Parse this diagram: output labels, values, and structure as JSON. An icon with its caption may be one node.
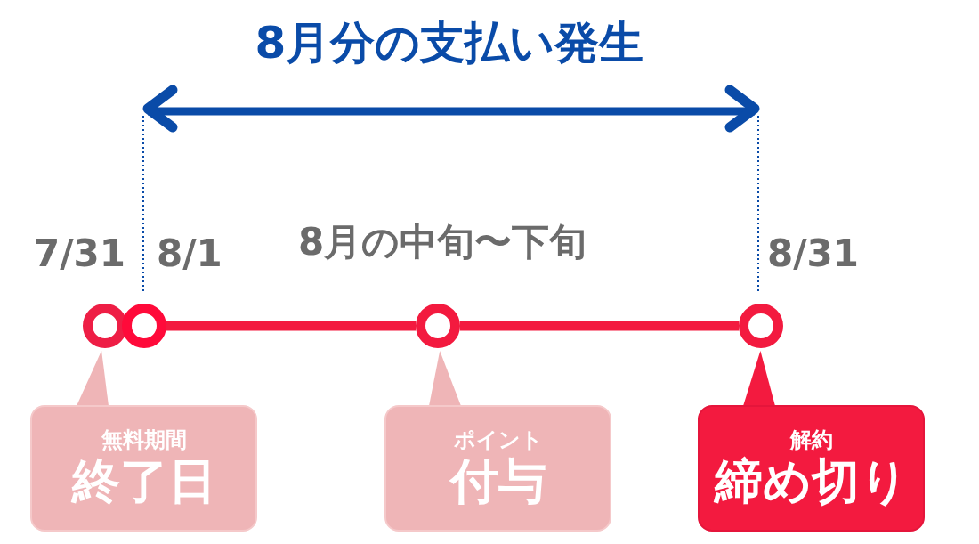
{
  "diagram": {
    "nodes": [
      {
        "text": [],
        "shape": "circle",
        "beside": [
          "7/31"
        ]
      },
      {
        "text": [],
        "shape": "circle",
        "beside": [
          "8/1"
        ]
      },
      {
        "text": [],
        "shape": "circle",
        "beside": [
          "8月の中旬〜下旬"
        ]
      },
      {
        "text": [],
        "shape": "circle",
        "beside": [
          "8/31"
        ]
      },
      {
        "text": [
          "無料期間",
          "終了日"
        ]
      },
      {
        "text": [
          "ポイント",
          "付与"
        ]
      },
      {
        "text": [
          "解約",
          "締め切り"
        ]
      }
    ],
    "edges": [
      {
        "from": 1,
        "to": 2,
        "arrow": "none"
      },
      {
        "from": 2,
        "to": 3,
        "arrow": "none"
      },
      {
        "from": 4,
        "to": 0,
        "arrow": "to"
      },
      {
        "from": 5,
        "to": 2,
        "arrow": "to"
      },
      {
        "from": 6,
        "to": 3,
        "arrow": "to"
      }
    ],
    "labels": [
      "8月分の支払い発生"
    ]
  }
}
